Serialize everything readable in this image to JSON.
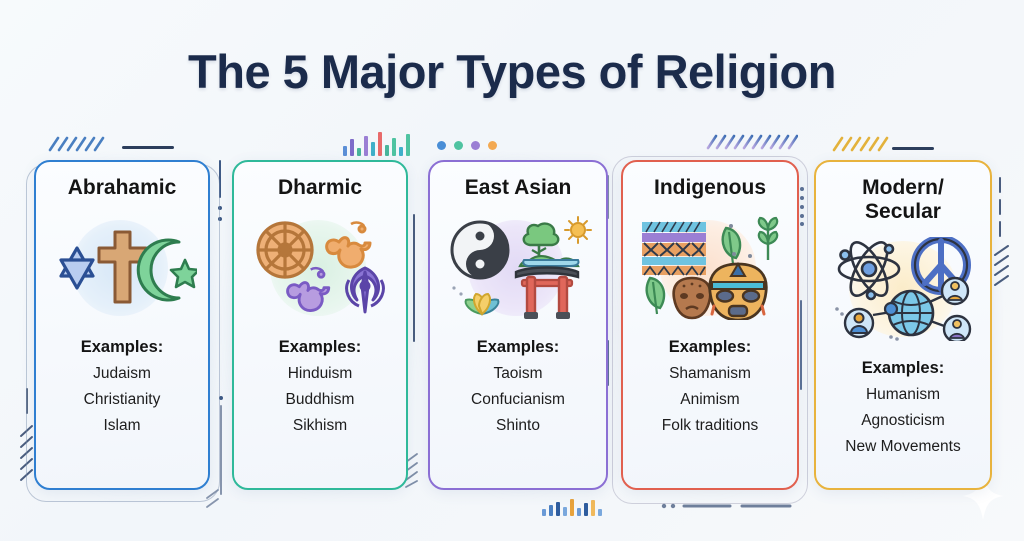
{
  "page": {
    "title": "The 5 Major Types of Religion",
    "background_color": "#f4f7fa",
    "title_color": "#1b2b4b"
  },
  "cards": [
    {
      "title": "Abrahamic",
      "accent": "#2f7fd1",
      "blob": "#d7e7f7",
      "examples_label": "Examples:",
      "examples": [
        "Judaism",
        "Christianity",
        "Islam"
      ],
      "icons": [
        "star-of-david-icon",
        "cross-icon",
        "crescent-star-icon"
      ]
    },
    {
      "title": "Dharmic",
      "accent": "#2fb99a",
      "blob": "#ddf0e4",
      "examples_label": "Examples:",
      "examples": [
        "Hinduism",
        "Buddhism",
        "Sikhism"
      ],
      "icons": [
        "dharma-wheel-icon",
        "om-icon",
        "om-icon",
        "khanda-icon"
      ]
    },
    {
      "title": "East Asian",
      "accent": "#8b6fd4",
      "blob": "#e5ddf4",
      "examples_label": "Examples:",
      "examples": [
        "Taoism",
        "Confucianism",
        "Shinto"
      ],
      "icons": [
        "yin-yang-icon",
        "tree-landscape-icon",
        "sun-icon",
        "torii-gate-icon",
        "lotus-icon"
      ]
    },
    {
      "title": "Indigenous",
      "accent": "#e1604f",
      "blob": "#fbe3d4",
      "examples_label": "Examples:",
      "examples": [
        "Shamanism",
        "Animism",
        "Folk traditions"
      ],
      "icons": [
        "tribal-pattern-icon",
        "leaf-icon",
        "plant-icon",
        "tribal-mask-icon",
        "tribal-mask-icon"
      ]
    },
    {
      "title": "Modern/\nSecular",
      "accent": "#e8b33d",
      "blob": "#fbeecb",
      "examples_label": "Examples:",
      "examples": [
        "Humanism",
        "Agnosticism",
        "New Movements"
      ],
      "icons": [
        "atom-icon",
        "peace-sign-icon",
        "globe-network-icon",
        "person-icon"
      ]
    }
  ],
  "decorations": {
    "hatch_top_left": "diagonal-hatch-blue",
    "line_top_left": "horizontal-rule-dark",
    "bars_top_center_left": "mini-bar-chart-colored",
    "dots_top_center": "dot-row-colored",
    "hatch_top_right_center": "diagonal-hatch-gradient",
    "hatch_top_right": "diagonal-hatch-gold",
    "line_top_right": "horizontal-rule-dark",
    "bars_bottom_center": "mini-bar-chart-blue-orange",
    "hatch_left_edge": "diagonal-hatch-slate",
    "hatch_right_edge": "diagonal-hatch-slate",
    "sparkle_bottom_right": "sparkle-icon",
    "dot_colors": [
      "#4a8ed6",
      "#4fc3a1",
      "#9b7fd4",
      "#f3a952"
    ],
    "bar_colors_top": [
      "#5b8fd6",
      "#7e6bc9",
      "#e86a6a",
      "#49b59b",
      "#3fb0c9",
      "#4fc3a1"
    ],
    "bar_colors_bottom": [
      "#4a7fc1",
      "#6a9ad6",
      "#2f5d9e",
      "#e8a33d",
      "#7aa8dd",
      "#f0b95c"
    ]
  }
}
